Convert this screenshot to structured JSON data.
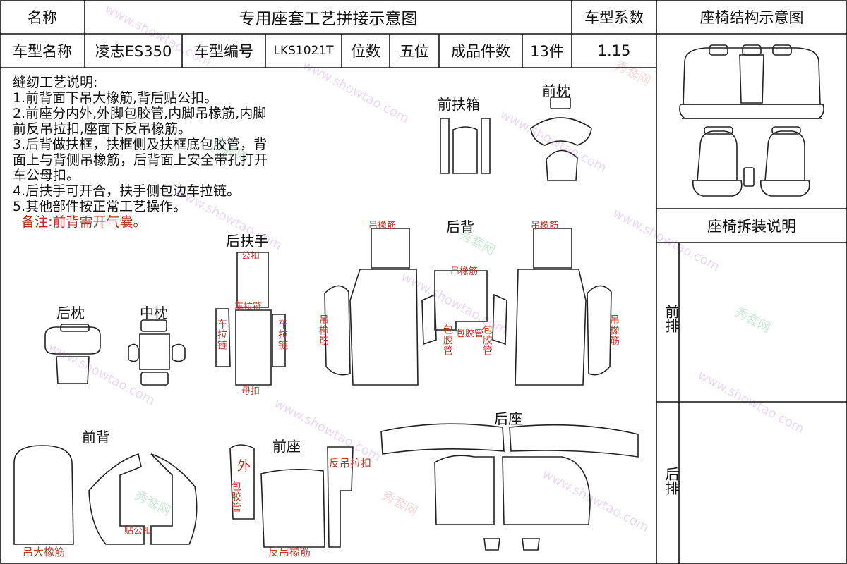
{
  "header": {
    "name_label": "名称",
    "title": "专用座套工艺拼接示意图",
    "coef_label": "车型系数",
    "structure_title": "座椅结构示意图"
  },
  "info_row": {
    "model_name_label": "车型名称",
    "model_name": "凌志ES350",
    "model_code_label": "车型编号",
    "model_code": "LKS1021T",
    "seats_label": "位数",
    "seats": "五位",
    "pieces_label": "成品件数",
    "pieces": "13件",
    "coef": "1.15"
  },
  "notes": {
    "heading": "缝纫工艺说明:",
    "lines": [
      "1.前背面下吊大橡筋,背后贴公扣。",
      "2.前座分内外,外脚包胶管,内脚吊橡筋,内脚",
      "前反吊拉扣,座面下反吊橡筋。",
      "3.后背做扶框，扶框侧及扶框底包胶管，背",
      "面上与背侧吊橡筋，后背面上安全带孔打开",
      "车公母扣。",
      "4.后扶手可开合，扶手侧包边车拉链。",
      "5.其他部件按正常工艺操作。"
    ],
    "remark": "备注:前背需开气囊。"
  },
  "right_panel": {
    "disassembly_title": "座椅拆装说明",
    "front_row": "前排",
    "rear_row": "后排"
  },
  "parts": {
    "front_box": "前扶箱",
    "front_headrest": "前枕",
    "rear_armrest": "后扶手",
    "rear_back": "后背",
    "rear_headrest": "后枕",
    "mid_headrest": "中枕",
    "front_back": "前背",
    "front_seat": "前座",
    "rear_seat": "后座"
  },
  "annotations": {
    "male_snap": "公扣",
    "zipper_top": "车拉链",
    "zipper_left": "车拉链",
    "zipper_right": "车拉链",
    "female_snap": "母扣",
    "elastic_left": "吊橡筋",
    "elastic_right": "吊橡筋",
    "elastic_mid": "吊橡筋",
    "elastic_side_left": "吊橡筋",
    "elastic_side_right": "吊橡筋",
    "tube_left": "包胶管",
    "tube_mid": "包胶管",
    "tube_right": "包胶管",
    "outer": "外",
    "tube_front": "包胶管",
    "reverse_pull": "反吊拉扣",
    "stick_snap": "贴公扣",
    "big_elastic": "吊大橡筋",
    "reverse_elastic": "反吊橡筋"
  },
  "watermark": {
    "site": "www.showtao.com",
    "brand": "秀套网"
  }
}
